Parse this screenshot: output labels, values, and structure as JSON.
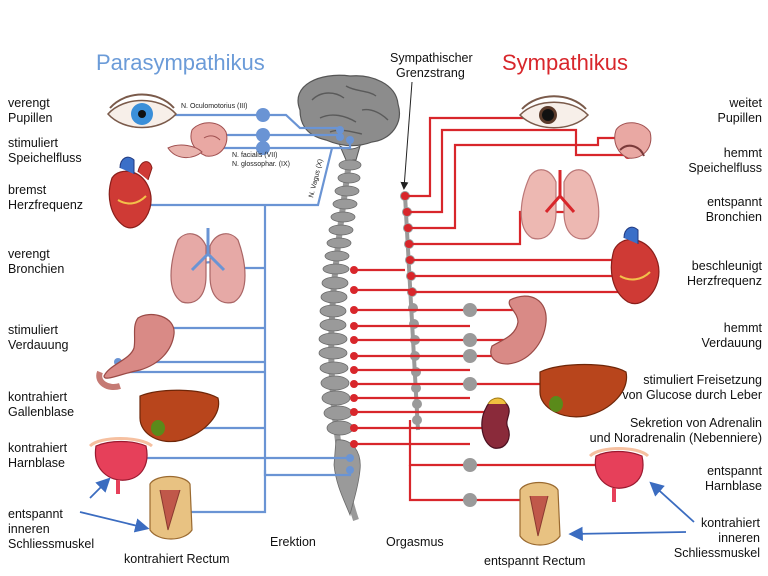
{
  "titles": {
    "parasympathikus": "Parasympathikus",
    "sympathikus": "Sympathikus",
    "grenzstrang_1": "Sympathischer",
    "grenzstrang_2": "Grenzstrang"
  },
  "nerves": {
    "oculomotorius": "N. Oculomotorius (III)",
    "facialis": "N. facialis (VII)",
    "glossophar": "N. glossophar. (IX)",
    "vagus": "N. Vagus (X)"
  },
  "para_labels": {
    "eye_1": "verengt",
    "eye_2": "Pupillen",
    "saliva_1": "stimuliert",
    "saliva_2": "Speichelfluss",
    "heart_1": "bremst",
    "heart_2": "Herzfrequenz",
    "lung_1": "verengt",
    "lung_2": "Bronchien",
    "digest_1": "stimuliert",
    "digest_2": "Verdauung",
    "gall_1": "kontrahiert",
    "gall_2": "Gallenblase",
    "bladder_1": "kontrahiert",
    "bladder_2": "Harnblase",
    "sphincter_1": "entspannt",
    "sphincter_2": "inneren",
    "sphincter_3": "Schliessmuskel",
    "rectum": "kontrahiert Rectum",
    "erektion": "Erektion"
  },
  "sym_labels": {
    "eye_1": "weitet",
    "eye_2": "Pupillen",
    "saliva_1": "hemmt",
    "saliva_2": "Speichelfluss",
    "lung_1": "entspannt",
    "lung_2": "Bronchien",
    "heart_1": "beschleunigt",
    "heart_2": "Herzfrequenz",
    "digest_1": "hemmt",
    "digest_2": "Verdauung",
    "liver_1": "stimuliert Freisetzung",
    "liver_2": "von Glucose durch Leber",
    "adrenal_1": "Sekretion von Adrenalin",
    "adrenal_2": "und Noradrenalin (Nebenniere)",
    "bladder_1": "entspannt",
    "bladder_2": "Harnblase",
    "sphincter_1": "kontrahiert",
    "sphincter_2": "inneren",
    "sphincter_3": "Schliessmuskel",
    "rectum": "entspannt Rectum",
    "orgasmus": "Orgasmus"
  },
  "colors": {
    "parasympathetic": "#6a94d4",
    "sympathetic": "#d8262b",
    "ganglion": "#9a9a9a"
  }
}
